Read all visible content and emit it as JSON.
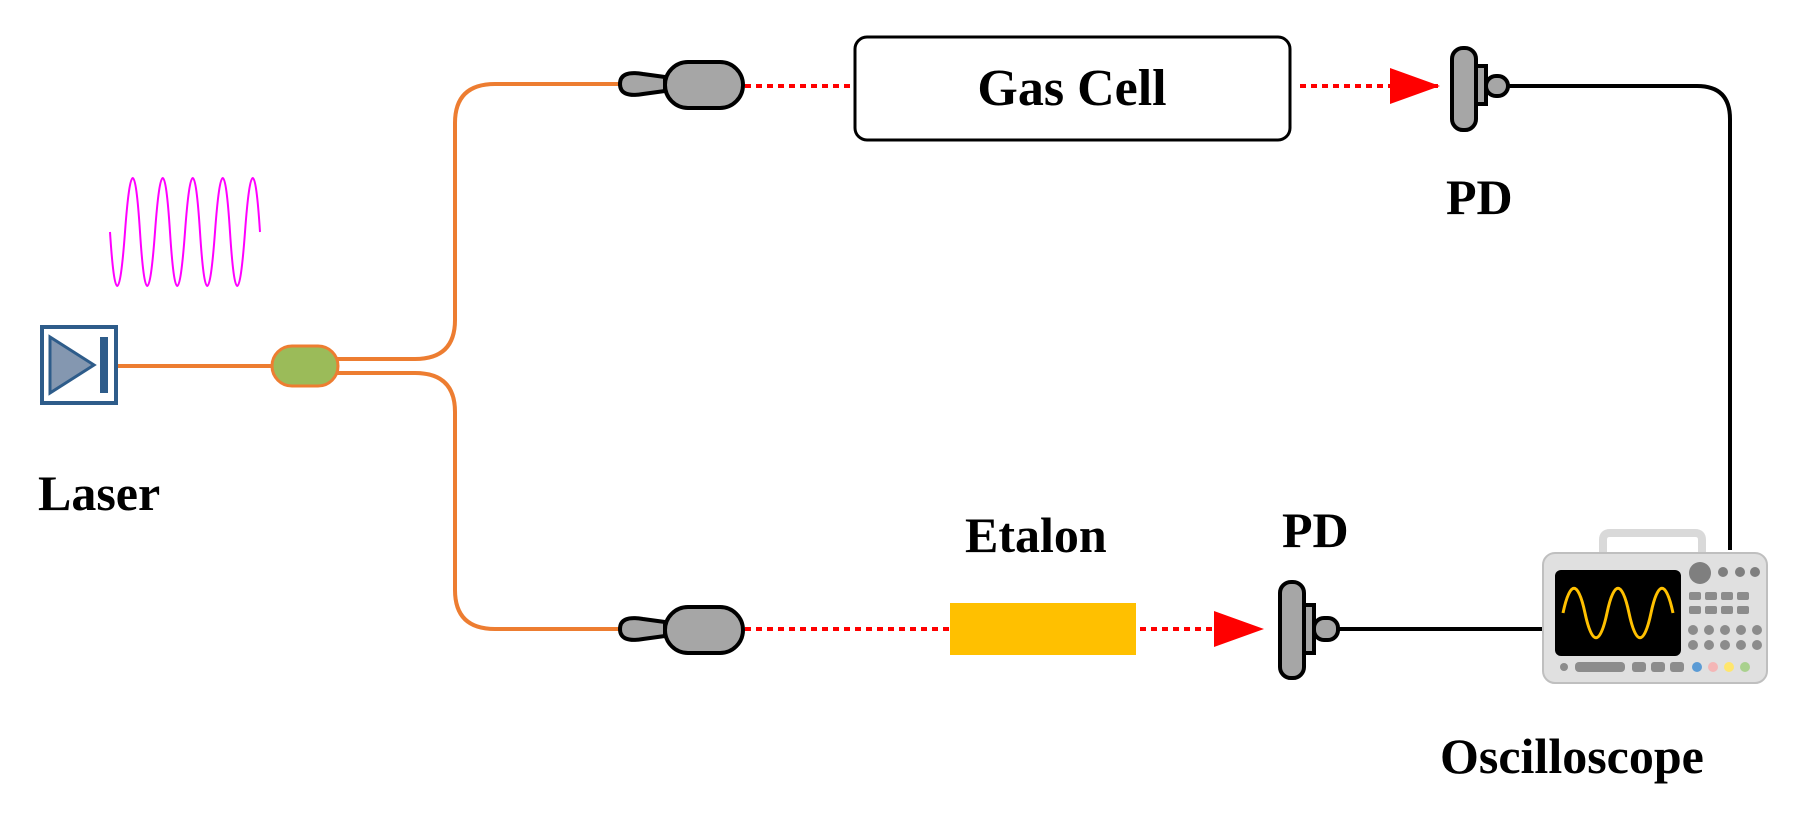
{
  "labels": {
    "laser": "Laser",
    "gas_cell": "Gas Cell",
    "pd_top": "PD",
    "pd_bottom": "PD",
    "etalon": "Etalon",
    "oscilloscope": "Oscilloscope"
  },
  "colors": {
    "fiber": "#ED7D31",
    "beam": "#FF0000",
    "wire": "#000000",
    "coupler": "#9BBB59",
    "etalon": "#FFC000",
    "laser_signal": "#FF00FF",
    "laser_body": "#2E5C8A",
    "component_gray": "#A6A6A6",
    "scope_trace": "#FFC000"
  },
  "icons": {
    "laser": "laser-diode-icon",
    "coupler": "fiber-coupler-icon",
    "collimator": "collimator-icon",
    "photodetector": "photodetector-icon",
    "oscilloscope": "oscilloscope-icon",
    "sweep": "frequency-sweep-icon"
  }
}
